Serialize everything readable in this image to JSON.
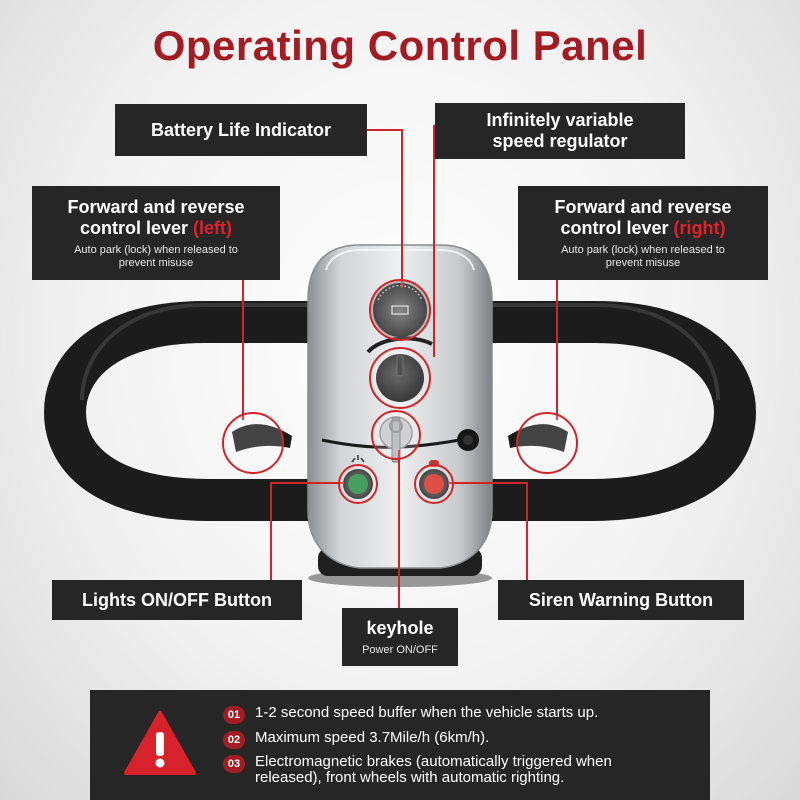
{
  "title": "Operating Control Panel",
  "labels": {
    "battery": "Battery Life Indicator",
    "speed_line1": "Infinitely variable",
    "speed_line2": "speed regulator",
    "fwd_left_line1": "Forward and reverse",
    "fwd_left_line2": "control lever",
    "fwd_left_side": "(left)",
    "fwd_left_sub": "Auto park (lock) when released to prevent misuse",
    "fwd_right_line1": "Forward and reverse",
    "fwd_right_line2": "control lever",
    "fwd_right_side": "(right)",
    "fwd_right_sub": "Auto park (lock) when released to prevent misuse",
    "lights": "Lights ON/OFF Button",
    "siren": "Siren Warning Button",
    "keyhole": "keyhole",
    "keyhole_sub": "Power ON/OFF"
  },
  "notes": [
    {
      "num": "01",
      "text": "1-2 second speed buffer when the vehicle starts up."
    },
    {
      "num": "02",
      "text": "Maximum speed 3.7Mile/h (6km/h)."
    },
    {
      "num": "03",
      "text": "Electromagnetic brakes (automatically triggered when released), front wheels with automatic righting."
    }
  ],
  "warning_icon": "warning-triangle-icon",
  "colors": {
    "accent": "#a31c23",
    "line": "#d0242b",
    "label_bg": "#262626",
    "lights_button": "#1f8a3c",
    "siren_button": "#d8281e"
  }
}
